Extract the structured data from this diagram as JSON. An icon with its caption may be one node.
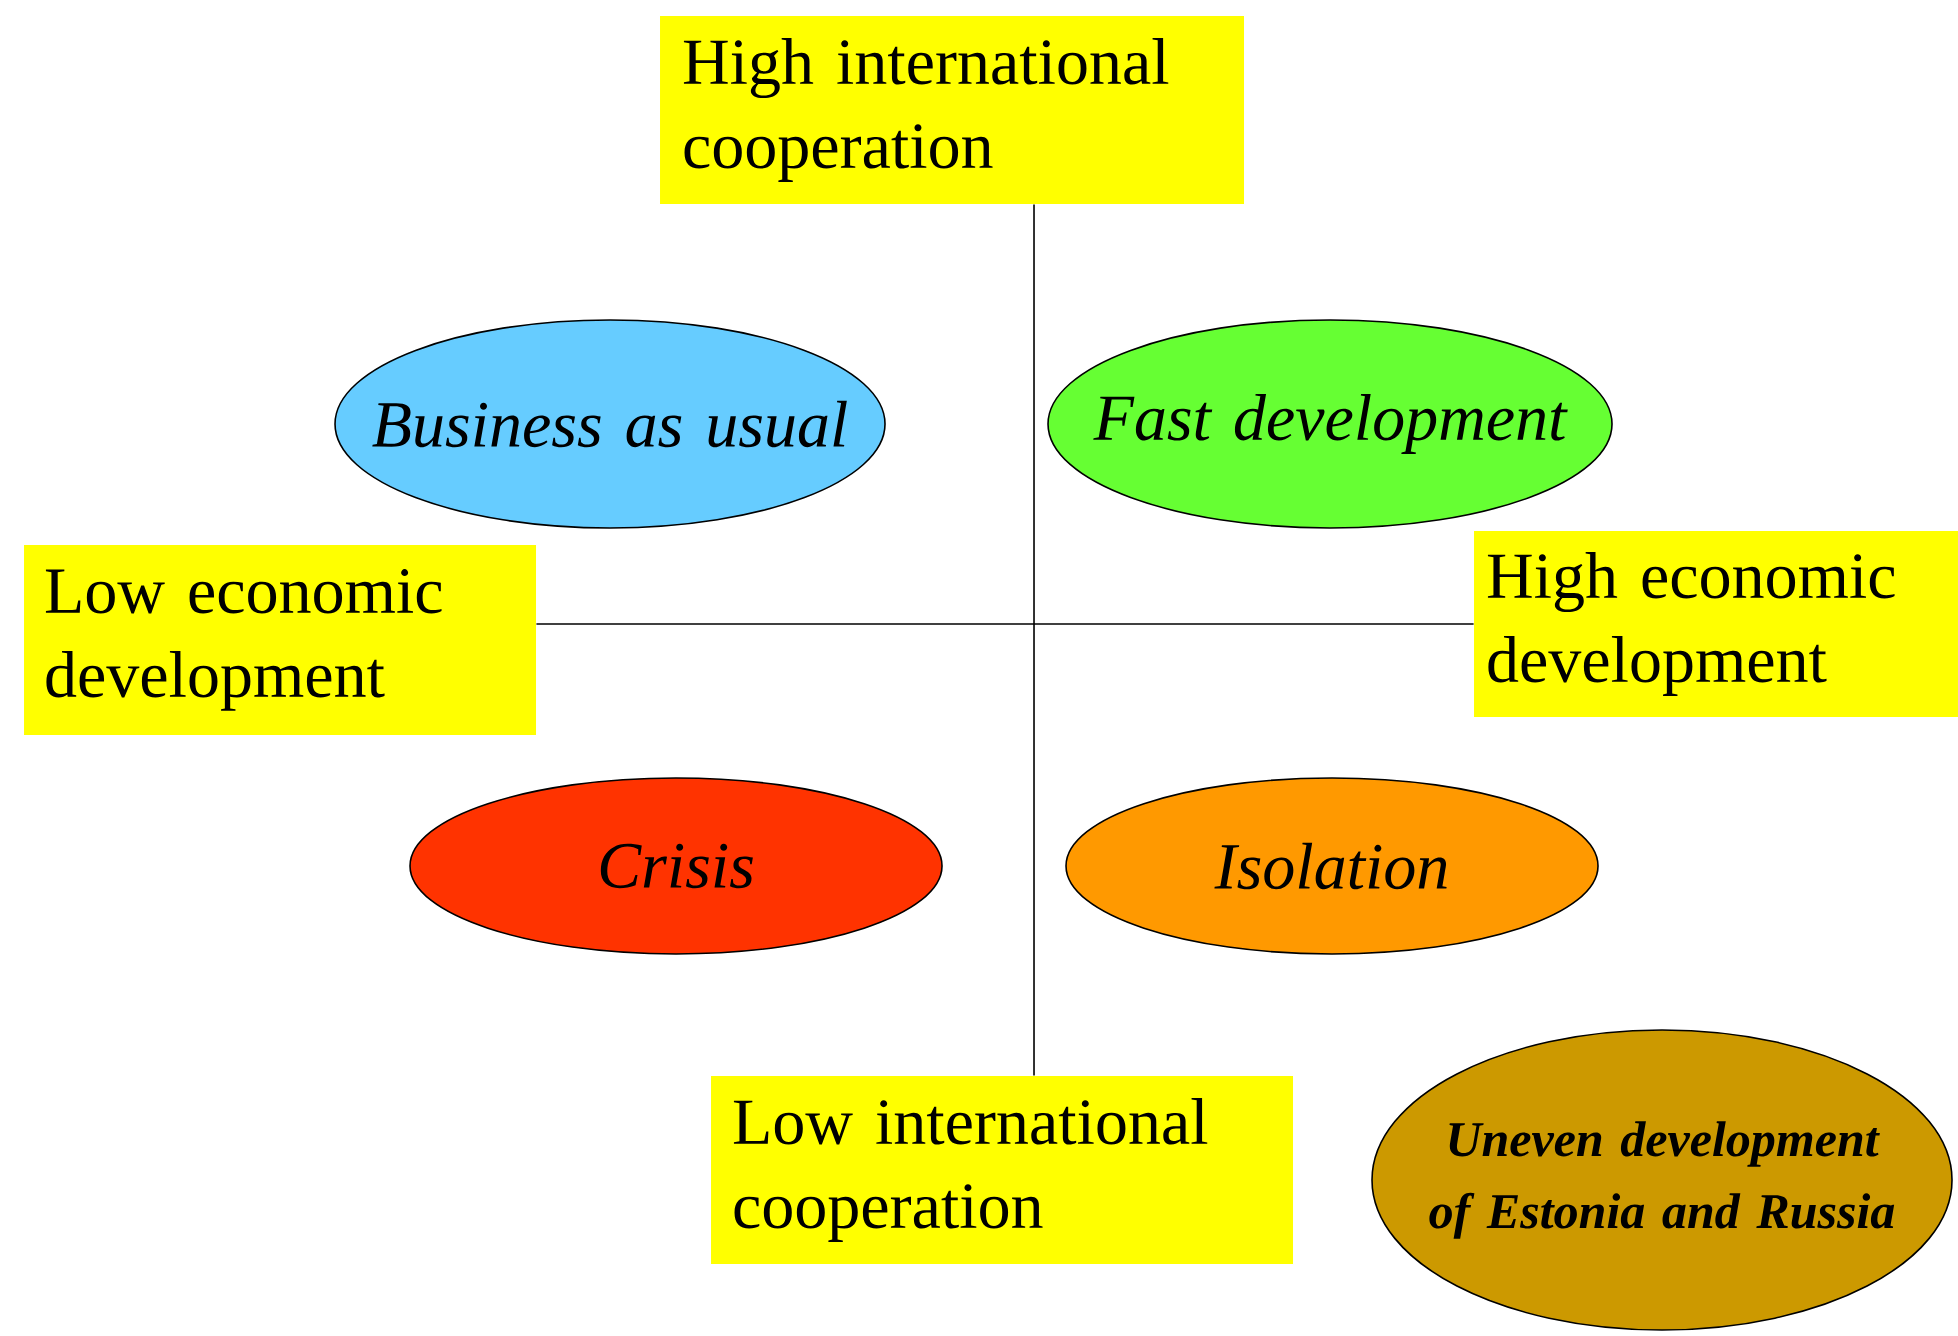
{
  "diagram": {
    "nodes": [
      {
        "text": [
          "High international cooperation"
        ]
      },
      {
        "text": [
          "Business as usual"
        ]
      },
      {
        "text": [
          "Fast development"
        ]
      },
      {
        "text": [
          "Low economic development"
        ]
      },
      {
        "text": [
          "High economic development"
        ]
      },
      {
        "text": [
          "Crisis"
        ]
      },
      {
        "text": [
          "Isolation"
        ]
      },
      {
        "text": [
          "Low international cooperation"
        ]
      },
      {
        "text": [
          "Uneven development of Estonia and Russia"
        ]
      }
    ],
    "edges": [
      {
        "from": 0,
        "to": 7,
        "arrow": "none"
      },
      {
        "from": 3,
        "to": 4,
        "arrow": "none"
      }
    ]
  }
}
